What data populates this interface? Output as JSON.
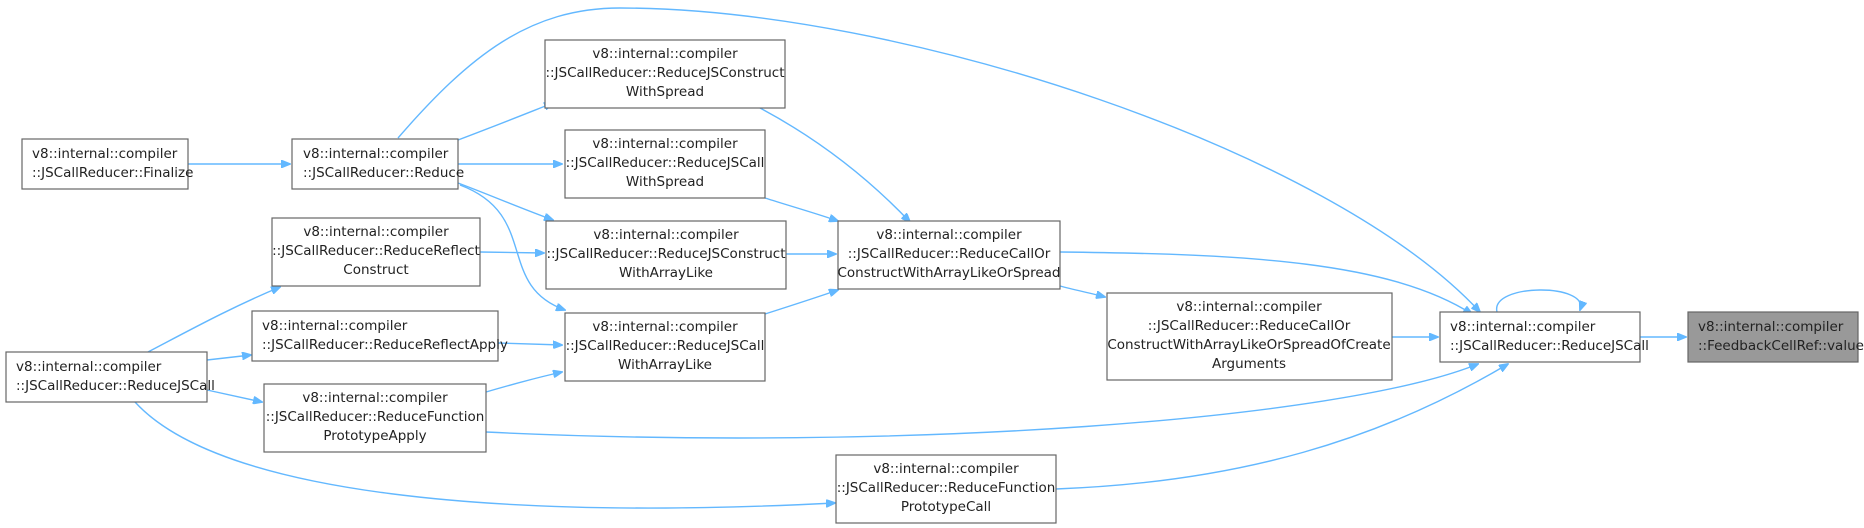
{
  "diagram": {
    "colors": {
      "edge": "#63b8ff",
      "node_border": "#666666",
      "node_fill": "#ffffff",
      "root_fill": "#999999",
      "text": "#222222"
    },
    "nodes": {
      "finalize": [
        "v8::internal::compiler",
        "::JSCallReducer::Finalize"
      ],
      "reduce": [
        "v8::internal::compiler",
        "::JSCallReducer::Reduce"
      ],
      "reduce_reflect_construct": [
        "v8::internal::compiler",
        "::JSCallReducer::ReduceReflect",
        "Construct"
      ],
      "reduce_reflect_apply": [
        "v8::internal::compiler",
        "::JSCallReducer::ReduceReflectApply"
      ],
      "reduce_jscall_left": [
        "v8::internal::compiler",
        "::JSCallReducer::ReduceJSCall"
      ],
      "reduce_function_prototype_apply": [
        "v8::internal::compiler",
        "::JSCallReducer::ReduceFunction",
        "PrototypeApply"
      ],
      "reduce_jsconstruct_with_spread": [
        "v8::internal::compiler",
        "::JSCallReducer::ReduceJSConstruct",
        "WithSpread"
      ],
      "reduce_jscall_with_spread": [
        "v8::internal::compiler",
        "::JSCallReducer::ReduceJSCall",
        "WithSpread"
      ],
      "reduce_jsconstruct_with_arraylike": [
        "v8::internal::compiler",
        "::JSCallReducer::ReduceJSConstruct",
        "WithArrayLike"
      ],
      "reduce_jscall_with_arraylike": [
        "v8::internal::compiler",
        "::JSCallReducer::ReduceJSCall",
        "WithArrayLike"
      ],
      "reduce_function_prototype_call": [
        "v8::internal::compiler",
        "::JSCallReducer::ReduceFunction",
        "PrototypeCall"
      ],
      "reduce_call_or_construct": [
        "v8::internal::compiler",
        "::JSCallReducer::ReduceCallOr",
        "ConstructWithArrayLikeOrSpread"
      ],
      "reduce_call_or_construct_create_args": [
        "v8::internal::compiler",
        "::JSCallReducer::ReduceCallOr",
        "ConstructWithArrayLikeOrSpreadOfCreate",
        "Arguments"
      ],
      "reduce_jscall_right": [
        "v8::internal::compiler",
        "::JSCallReducer::ReduceJSCall"
      ],
      "feedback_cell_ref_value": [
        "v8::internal::compiler",
        "::FeedbackCellRef::value"
      ]
    }
  }
}
